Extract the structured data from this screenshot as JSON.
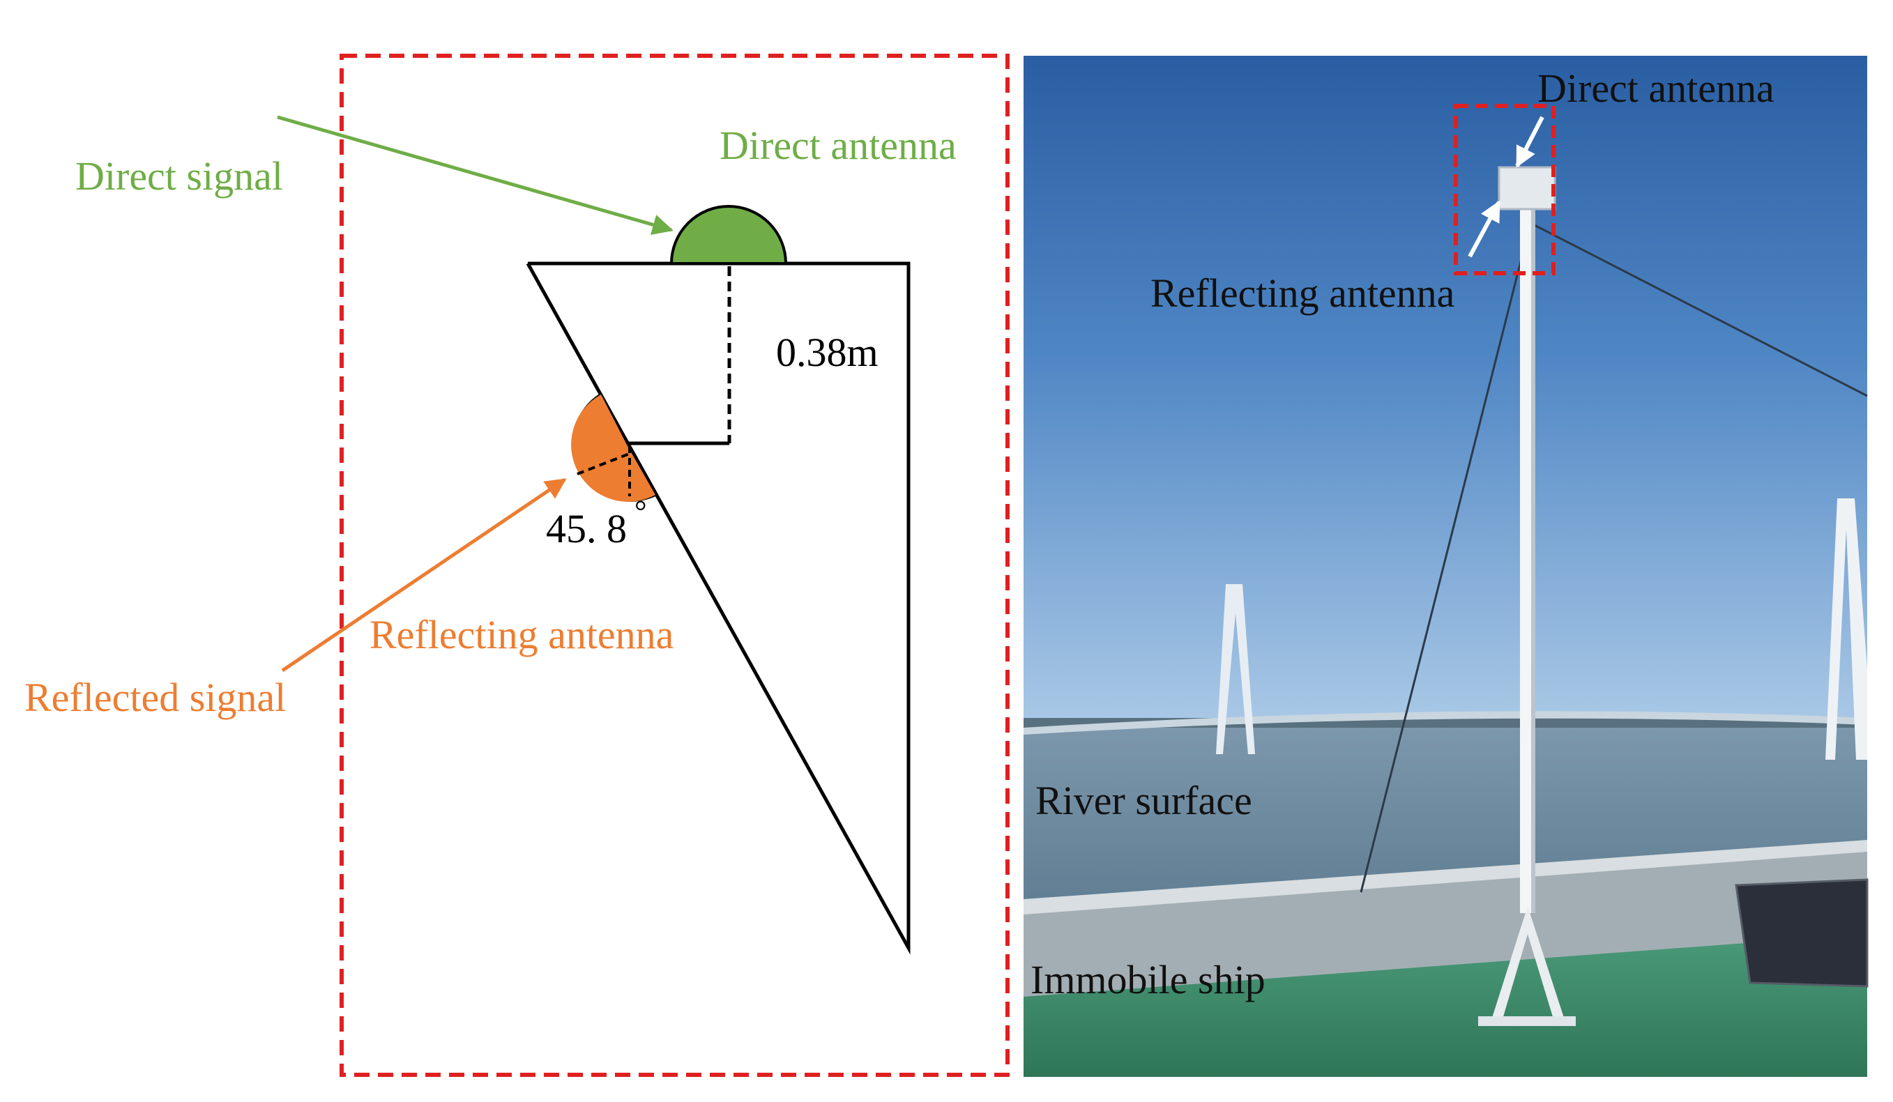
{
  "colors": {
    "green": "#6fad47",
    "green_fill": "#70ad47",
    "orange": "#ed7d31",
    "orange_fill": "#ed7d31",
    "red_dashed": "#e02020",
    "black": "#000000",
    "sky_top": "#2f67ad",
    "sky_bottom": "#9dbfe3",
    "river": "#6f8fa6",
    "deck": "#3d8c6c"
  },
  "diagram": {
    "direct_signal_label": "Direct signal",
    "reflected_signal_label": "Reflected signal",
    "direct_antenna_label": "Direct antenna",
    "reflecting_antenna_label": "Reflecting antenna",
    "distance_label": "0.38m",
    "angle_label": "45. 8",
    "degree_mark": "°"
  },
  "photo": {
    "direct_antenna_label": "Direct antenna",
    "reflecting_antenna_label": "Reflecting antenna",
    "river_surface_label": "River surface",
    "immobile_ship_label": "Immobile ship"
  }
}
